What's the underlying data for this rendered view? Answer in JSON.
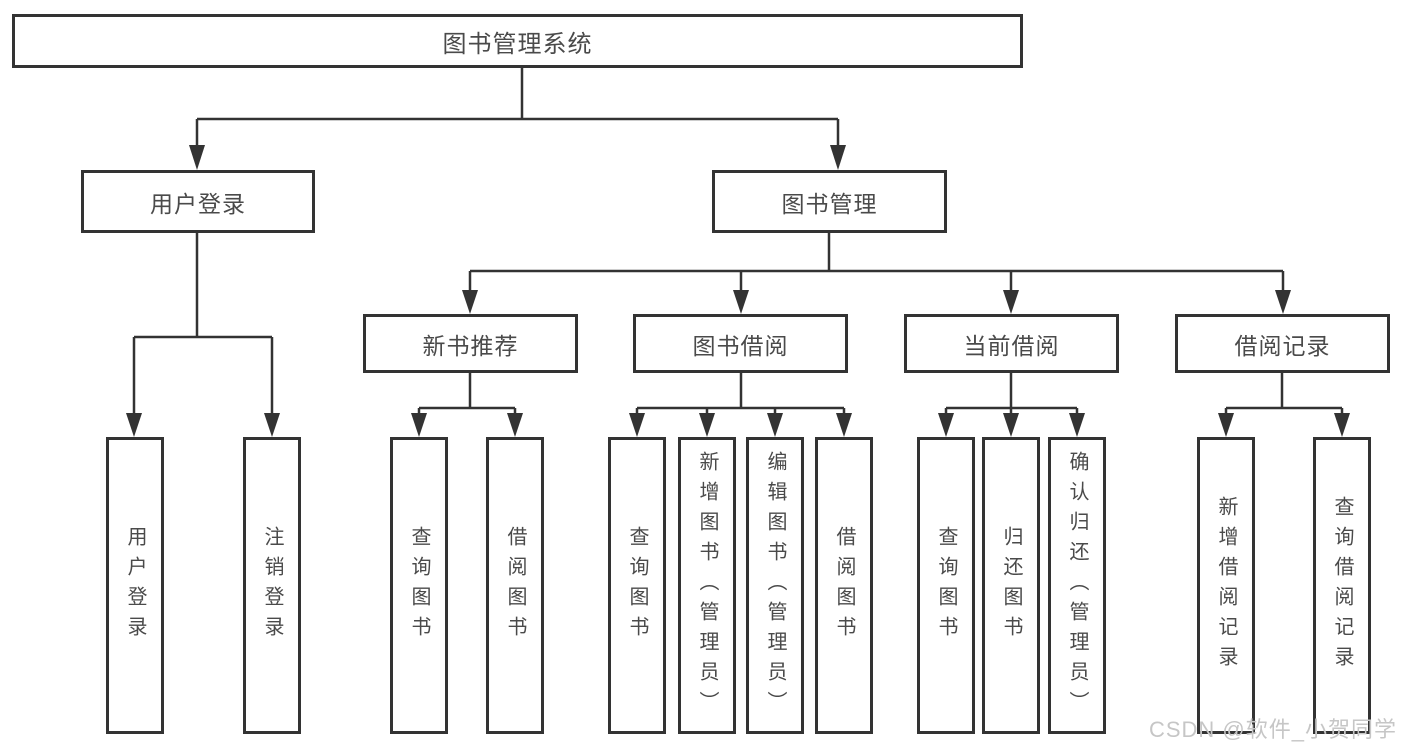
{
  "diagram": {
    "root": {
      "label": "图书管理系统"
    },
    "branches": {
      "user_login": {
        "label": "用户登录",
        "children": [
          "用户登录",
          "注销登录"
        ]
      },
      "book_management": {
        "label": "图书管理"
      }
    },
    "sections": [
      {
        "label": "新书推荐",
        "children": [
          "查询图书",
          "借阅图书"
        ]
      },
      {
        "label": "图书借阅",
        "children": [
          "查询图书",
          "新增图书（管理员）",
          "编辑图书（管理员）",
          "借阅图书"
        ]
      },
      {
        "label": "当前借阅",
        "children": [
          "查询图书",
          "归还图书",
          "确认归还（管理员）"
        ]
      },
      {
        "label": "借阅记录",
        "children": [
          "新增借阅记录",
          "查询借阅记录"
        ]
      }
    ]
  },
  "watermark": {
    "text": "CSDN @软件_小贺同学"
  },
  "colors": {
    "line": "#333333",
    "box_border": "#333333",
    "text": "#4a4a4a",
    "background": "#ffffff",
    "watermark": "#c6c6c6"
  }
}
